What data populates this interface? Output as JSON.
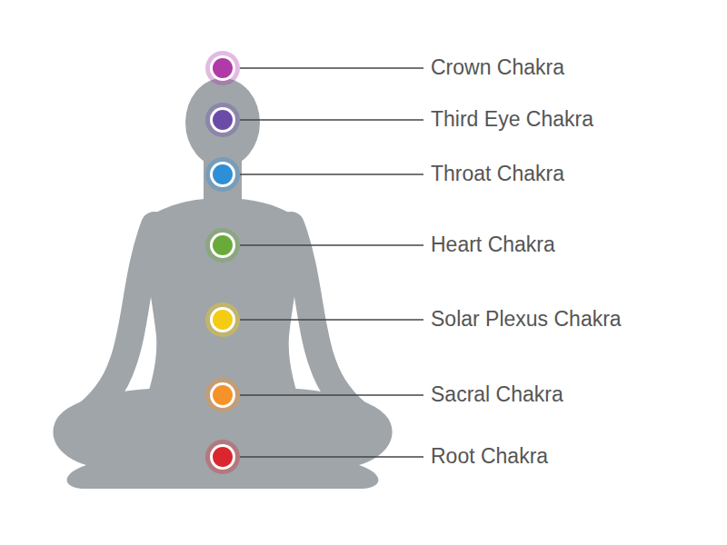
{
  "diagram": {
    "labels": [
      "Crown Chakra",
      "Third Eye Chakra",
      "Throat Chakra",
      "Heart Chakra",
      "Solar Plexus Chakra",
      "Sacral Chakra",
      "Root Chakra"
    ]
  }
}
